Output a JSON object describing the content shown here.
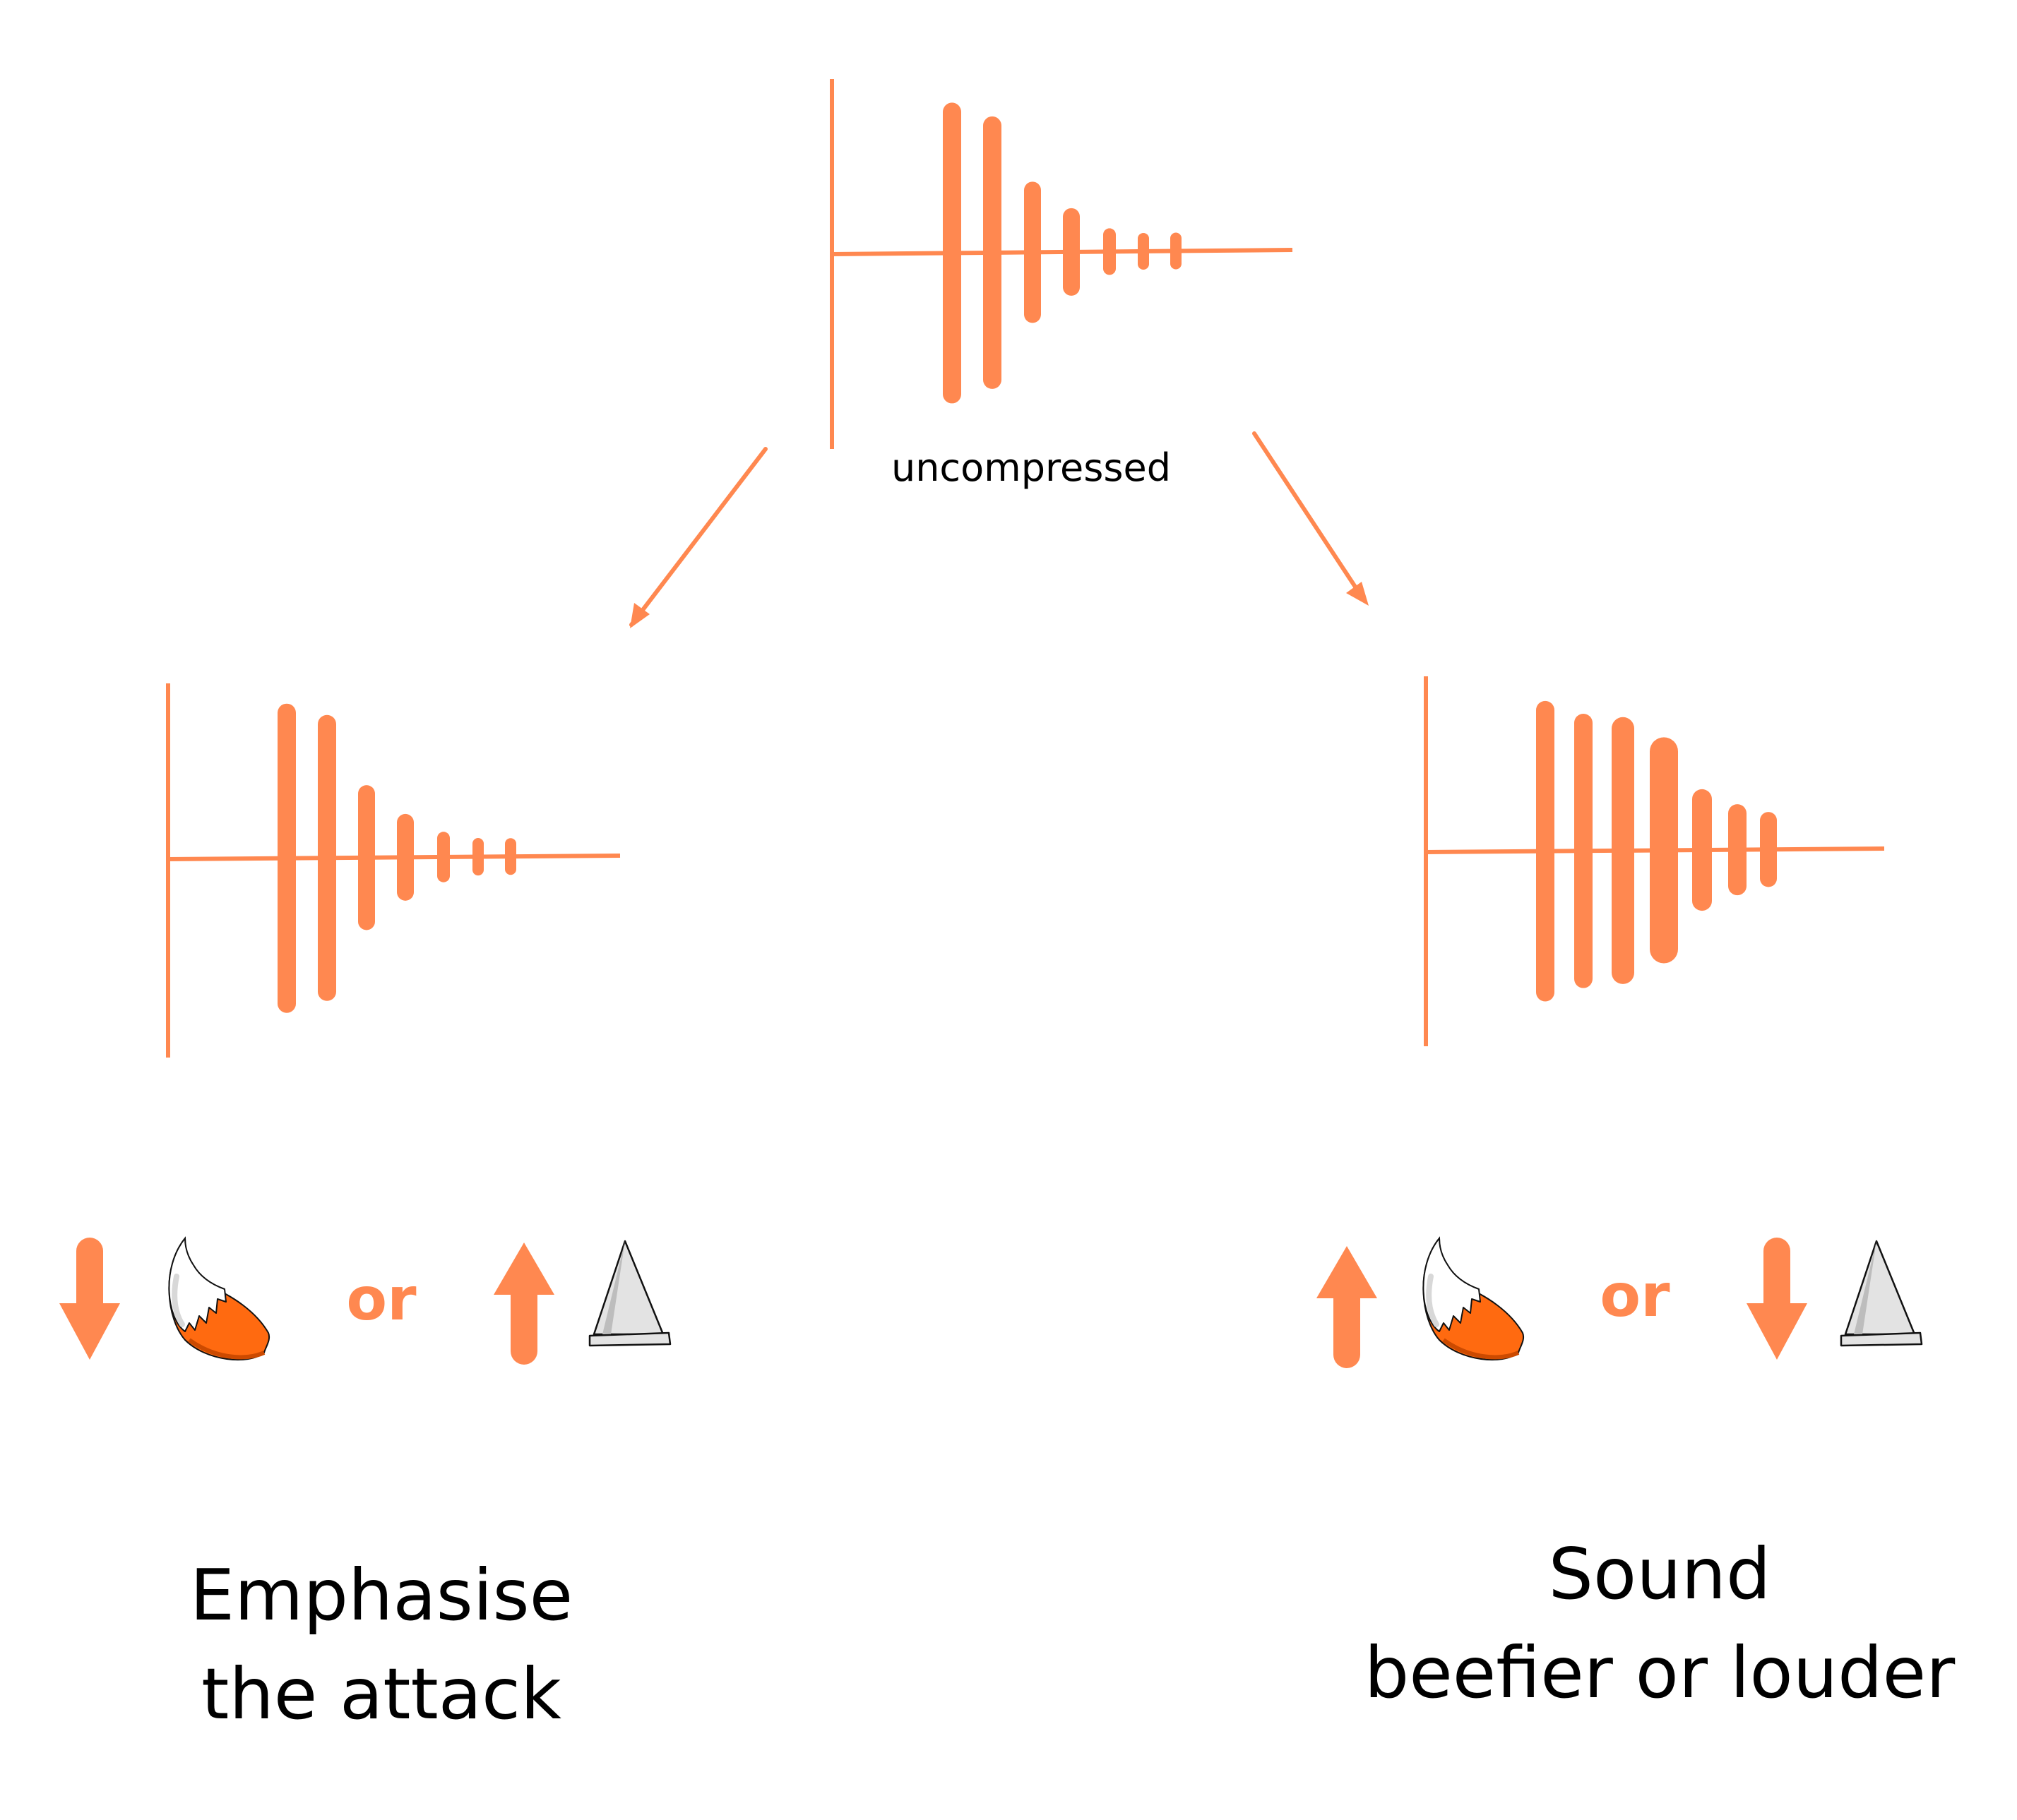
{
  "accent_color": "#ff8850",
  "tail_orange": "#ff6a10",
  "cone_gray": "#e3e3e3",
  "labels": {
    "uncompressed": "uncompressed",
    "or_left": "or",
    "or_right": "or",
    "caption_left_line1": "Emphasise",
    "caption_left_line2": "the attack",
    "caption_right_line1": "Sound",
    "caption_right_line2": "beefier or louder"
  },
  "waveforms": {
    "uncompressed": {
      "bar_amplitudes": [
        1.0,
        0.9,
        0.44,
        0.25,
        0.12,
        0.09,
        0.08
      ]
    },
    "emphasise_attack": {
      "bar_amplitudes": [
        1.0,
        0.92,
        0.44,
        0.24,
        0.13,
        0.09,
        0.08
      ]
    },
    "beefier": {
      "bar_amplitudes": [
        0.97,
        0.88,
        0.84,
        0.68,
        0.35,
        0.25,
        0.2
      ]
    }
  },
  "legend_left": {
    "attack_direction": "down",
    "attack_icon": "fox-tail-icon",
    "threshold_direction": "up",
    "threshold_icon": "cone-icon"
  },
  "legend_right": {
    "attack_direction": "up",
    "attack_icon": "fox-tail-icon",
    "threshold_direction": "down",
    "threshold_icon": "cone-icon"
  }
}
